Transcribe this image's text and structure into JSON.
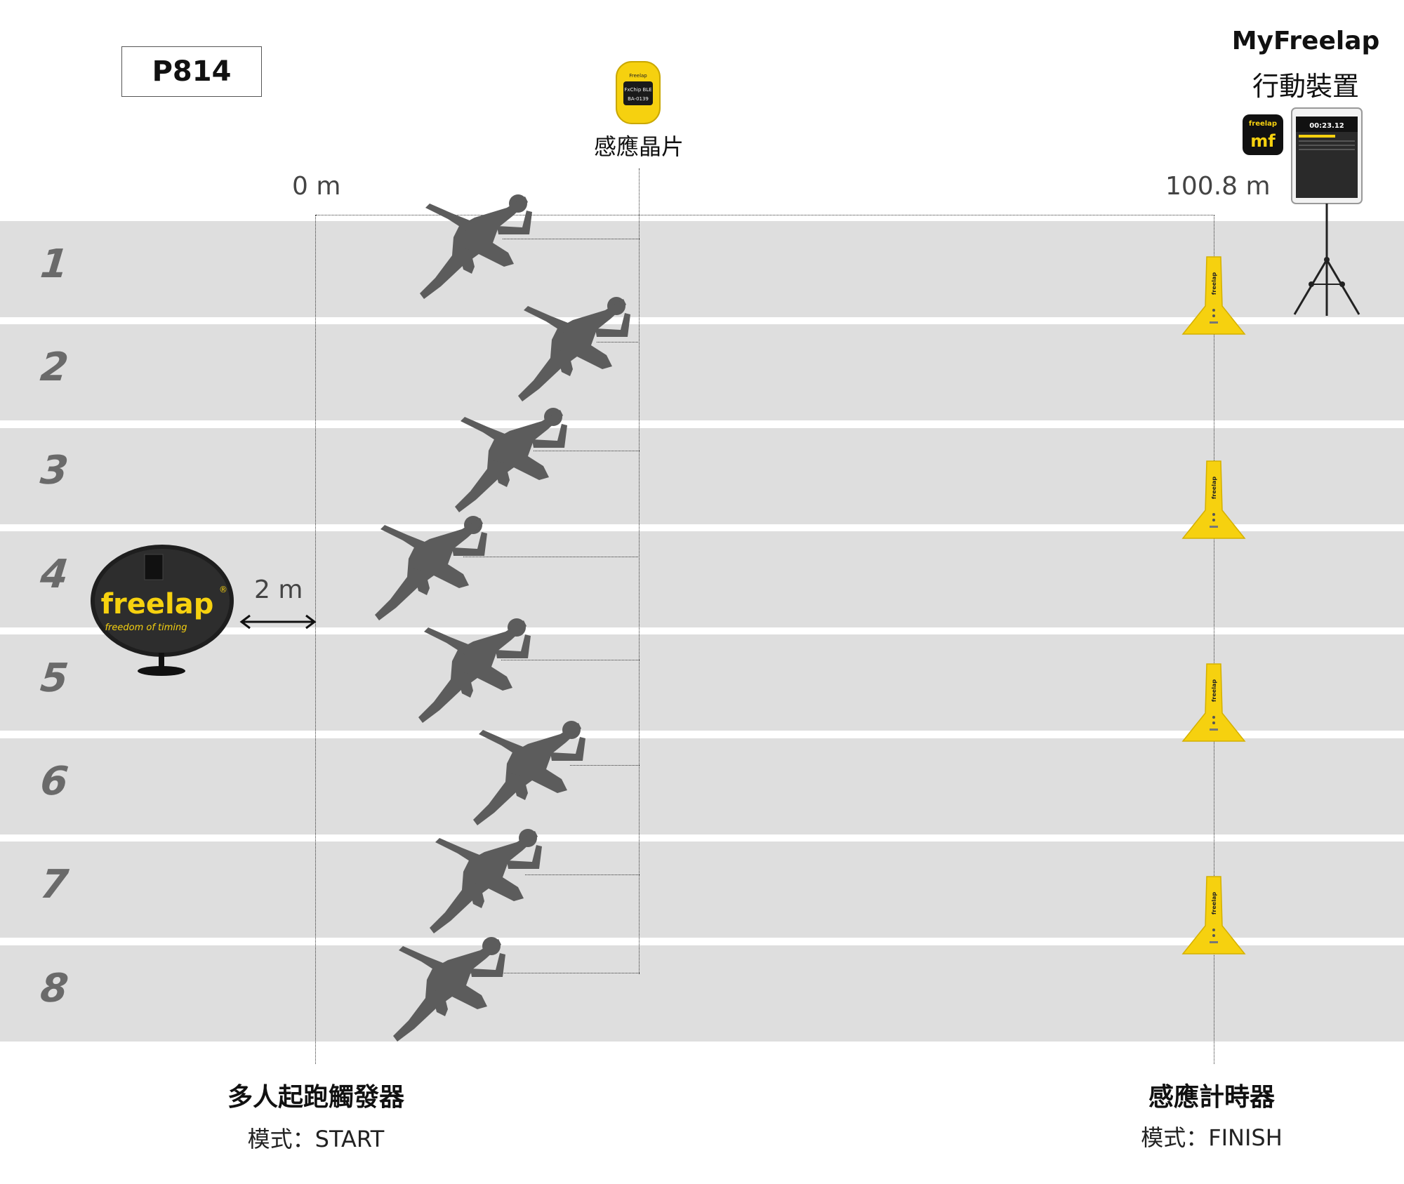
{
  "model": "P814",
  "chip_label": "感應晶片",
  "chip_text": [
    "Freelap",
    "FxChip BLE",
    "BA-0139"
  ],
  "start_distance": "0 m",
  "finish_distance": "100.8 m",
  "trigger_gap": "2 m",
  "mobile": {
    "title": "MyFreelap",
    "subtitle": "行動裝置",
    "app_icon": "mf",
    "app_brand": "freelap",
    "screen_time": "00:23.12"
  },
  "lanes": [
    "1",
    "2",
    "3",
    "4",
    "5",
    "6",
    "7",
    "8"
  ],
  "trigger": {
    "brand": "freelap",
    "registered": "®",
    "tagline": "freedom of timing"
  },
  "cone_brand": "freelap",
  "start_device": {
    "name": "多人起跑觸發器",
    "mode": "模式：START"
  },
  "finish_device": {
    "name": "感應計時器",
    "mode": "模式：FINISH"
  },
  "finish_cone_lanes": [
    1,
    3,
    5,
    7
  ],
  "colors": {
    "lane": "#dedede",
    "runner": "#5c5c5c",
    "cone": "#f6d10f",
    "lane_number": "#6a6a6a"
  }
}
